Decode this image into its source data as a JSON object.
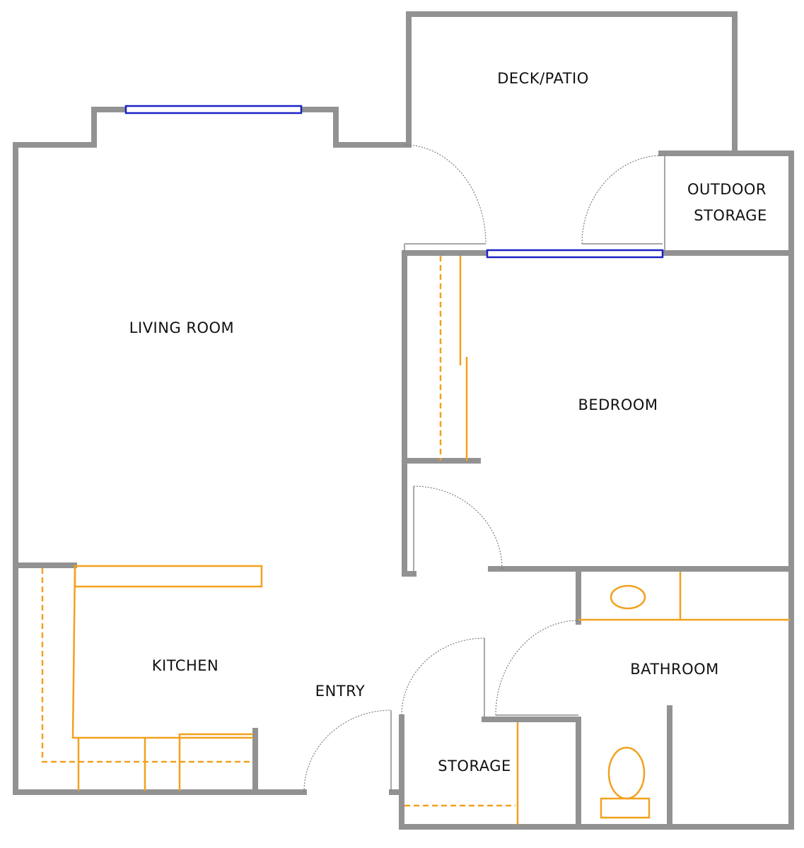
{
  "plan": {
    "rooms": {
      "deck_patio": "DECK/PATIO",
      "outdoor_storage_line1": "OUTDOOR",
      "outdoor_storage_line2": "STORAGE",
      "living_room": "LIVING ROOM",
      "bedroom": "BEDROOM",
      "kitchen": "KITCHEN",
      "entry": "ENTRY",
      "bathroom": "BATHROOM",
      "storage": "STORAGE"
    },
    "colors": {
      "wall": "#929292",
      "fixture": "#f2a11e",
      "window": "#1a22c8",
      "door_swing": "#666666"
    }
  }
}
